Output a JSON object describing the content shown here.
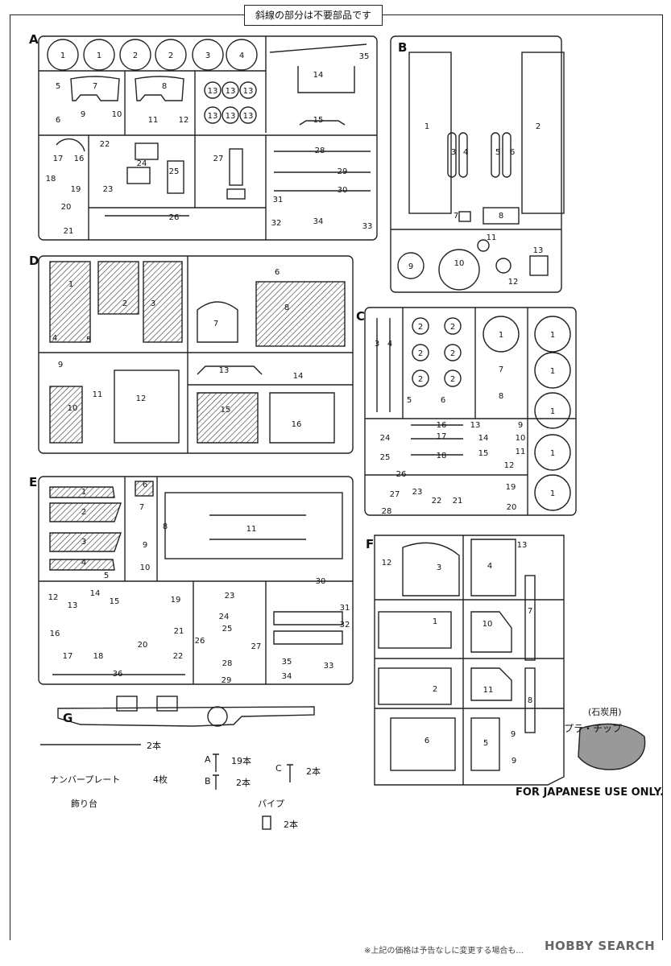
{
  "header": {
    "note": "斜線の部分は不要部品です"
  },
  "sections": {
    "A": "A",
    "B": "B",
    "C": "C",
    "D": "D",
    "E": "E",
    "F": "F",
    "G": "G"
  },
  "parts": {
    "a": [
      "1",
      "1",
      "2",
      "2",
      "3",
      "4",
      "35",
      "5",
      "7",
      "8",
      "13",
      "13",
      "13",
      "13",
      "13",
      "13",
      "14",
      "6",
      "9",
      "10",
      "11",
      "12",
      "15",
      "17",
      "16",
      "22",
      "24",
      "25",
      "27",
      "28",
      "18",
      "19",
      "23",
      "20",
      "29",
      "31",
      "30",
      "26",
      "32",
      "34",
      "33",
      "21"
    ],
    "b": [
      "1",
      "2",
      "3",
      "4",
      "5",
      "6",
      "7",
      "8",
      "11",
      "9",
      "10",
      "12",
      "13"
    ],
    "d": [
      "1",
      "2",
      "3",
      "6",
      "7",
      "8",
      "4",
      "5",
      "9",
      "13",
      "14",
      "11",
      "10",
      "12",
      "15",
      "16"
    ],
    "c": [
      "3",
      "4",
      "2",
      "2",
      "2",
      "2",
      "2",
      "2",
      "1",
      "1",
      "1",
      "1",
      "1",
      "1",
      "7",
      "8",
      "5",
      "6",
      "16",
      "17",
      "13",
      "14",
      "15",
      "9",
      "10",
      "11",
      "12",
      "24",
      "25",
      "18",
      "26",
      "23",
      "27",
      "22",
      "21",
      "19",
      "20",
      "28"
    ],
    "e": [
      "1",
      "2",
      "3",
      "4",
      "5",
      "6",
      "7",
      "8",
      "9",
      "10",
      "11",
      "30",
      "12",
      "13",
      "14",
      "15",
      "19",
      "23",
      "24",
      "25",
      "31",
      "32",
      "16",
      "17",
      "18",
      "20",
      "21",
      "22",
      "26",
      "27",
      "28",
      "29",
      "35",
      "33",
      "34",
      "36"
    ],
    "f": [
      "12",
      "3",
      "4",
      "13",
      "1",
      "10",
      "7",
      "2",
      "11",
      "8",
      "6",
      "5",
      "9",
      "9"
    ]
  },
  "accessories": {
    "rod_count": "2本",
    "nameplate_label": "ナンバープレート",
    "nameplate_count": "4枚",
    "stand_label": "飾り台",
    "screw_a_letter": "A",
    "screw_a_count": "19本",
    "screw_b_letter": "B",
    "screw_b_count": "2本",
    "screw_c_letter": "C",
    "screw_c_count": "2本",
    "pipe_label": "パイプ",
    "pipe_count": "2本"
  },
  "coal": {
    "title": "(石炭用)",
    "name": "プラ・チップ"
  },
  "notice": "FOR JAPANESE USE ONLY.",
  "footer": "※上記の価格は予告なしに変更する場合も...",
  "watermark": "HOBBY SEARCH"
}
